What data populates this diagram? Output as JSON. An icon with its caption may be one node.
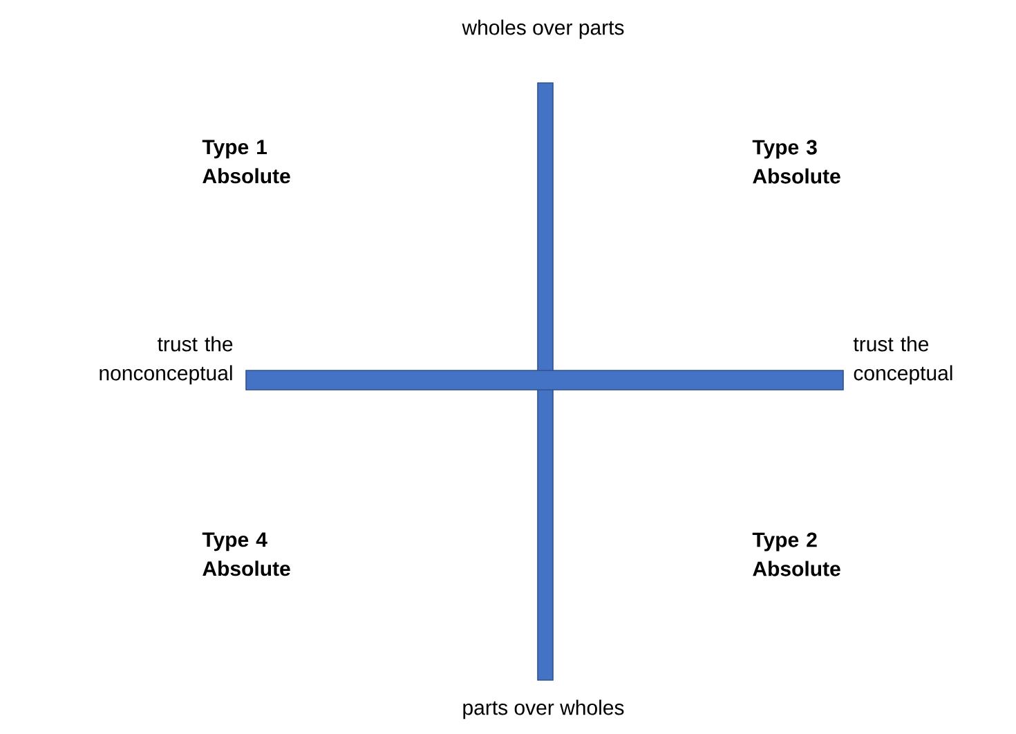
{
  "diagram": {
    "labels": [
      "wholes over parts",
      "Type 1 Absolute",
      "Type 3 Absolute",
      "trust the nonconceptual",
      "trust the conceptual",
      "Type 4 Absolute",
      "Type 2 Absolute",
      "parts over wholes"
    ]
  }
}
